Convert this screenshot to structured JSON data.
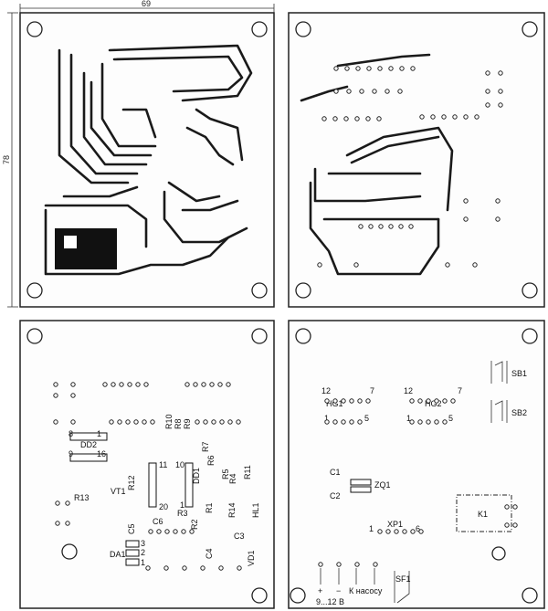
{
  "dimensions": {
    "width": "69",
    "height": "78"
  },
  "panels": {
    "top_left": {
      "name": "pcb-bottom-traces"
    },
    "top_right": {
      "name": "pcb-top-traces"
    },
    "bottom_left": {
      "labels": [
        "DD2",
        "8",
        "1",
        "9",
        "16",
        "R10",
        "R8",
        "R9",
        "R7",
        "R6",
        "R5",
        "R4",
        "R11",
        "11",
        "10",
        "DD1",
        "20",
        "1",
        "VT1",
        "R12",
        "R13",
        "C6",
        "C5",
        "R3",
        "R2",
        "R1",
        "R14",
        "HL1",
        "C3",
        "C4",
        "DA1",
        "3",
        "2",
        "1",
        "VD1"
      ]
    },
    "bottom_right": {
      "labels": [
        "HG1",
        "HG2",
        "12",
        "7",
        "12",
        "7",
        "1",
        "5",
        "1",
        "5",
        "SB1",
        "SB2",
        "C1",
        "C2",
        "ZQ1",
        "XP1",
        "1",
        "6",
        "K1",
        "SF1",
        "+",
        "−",
        "9...12 В",
        "К насосу"
      ]
    }
  }
}
